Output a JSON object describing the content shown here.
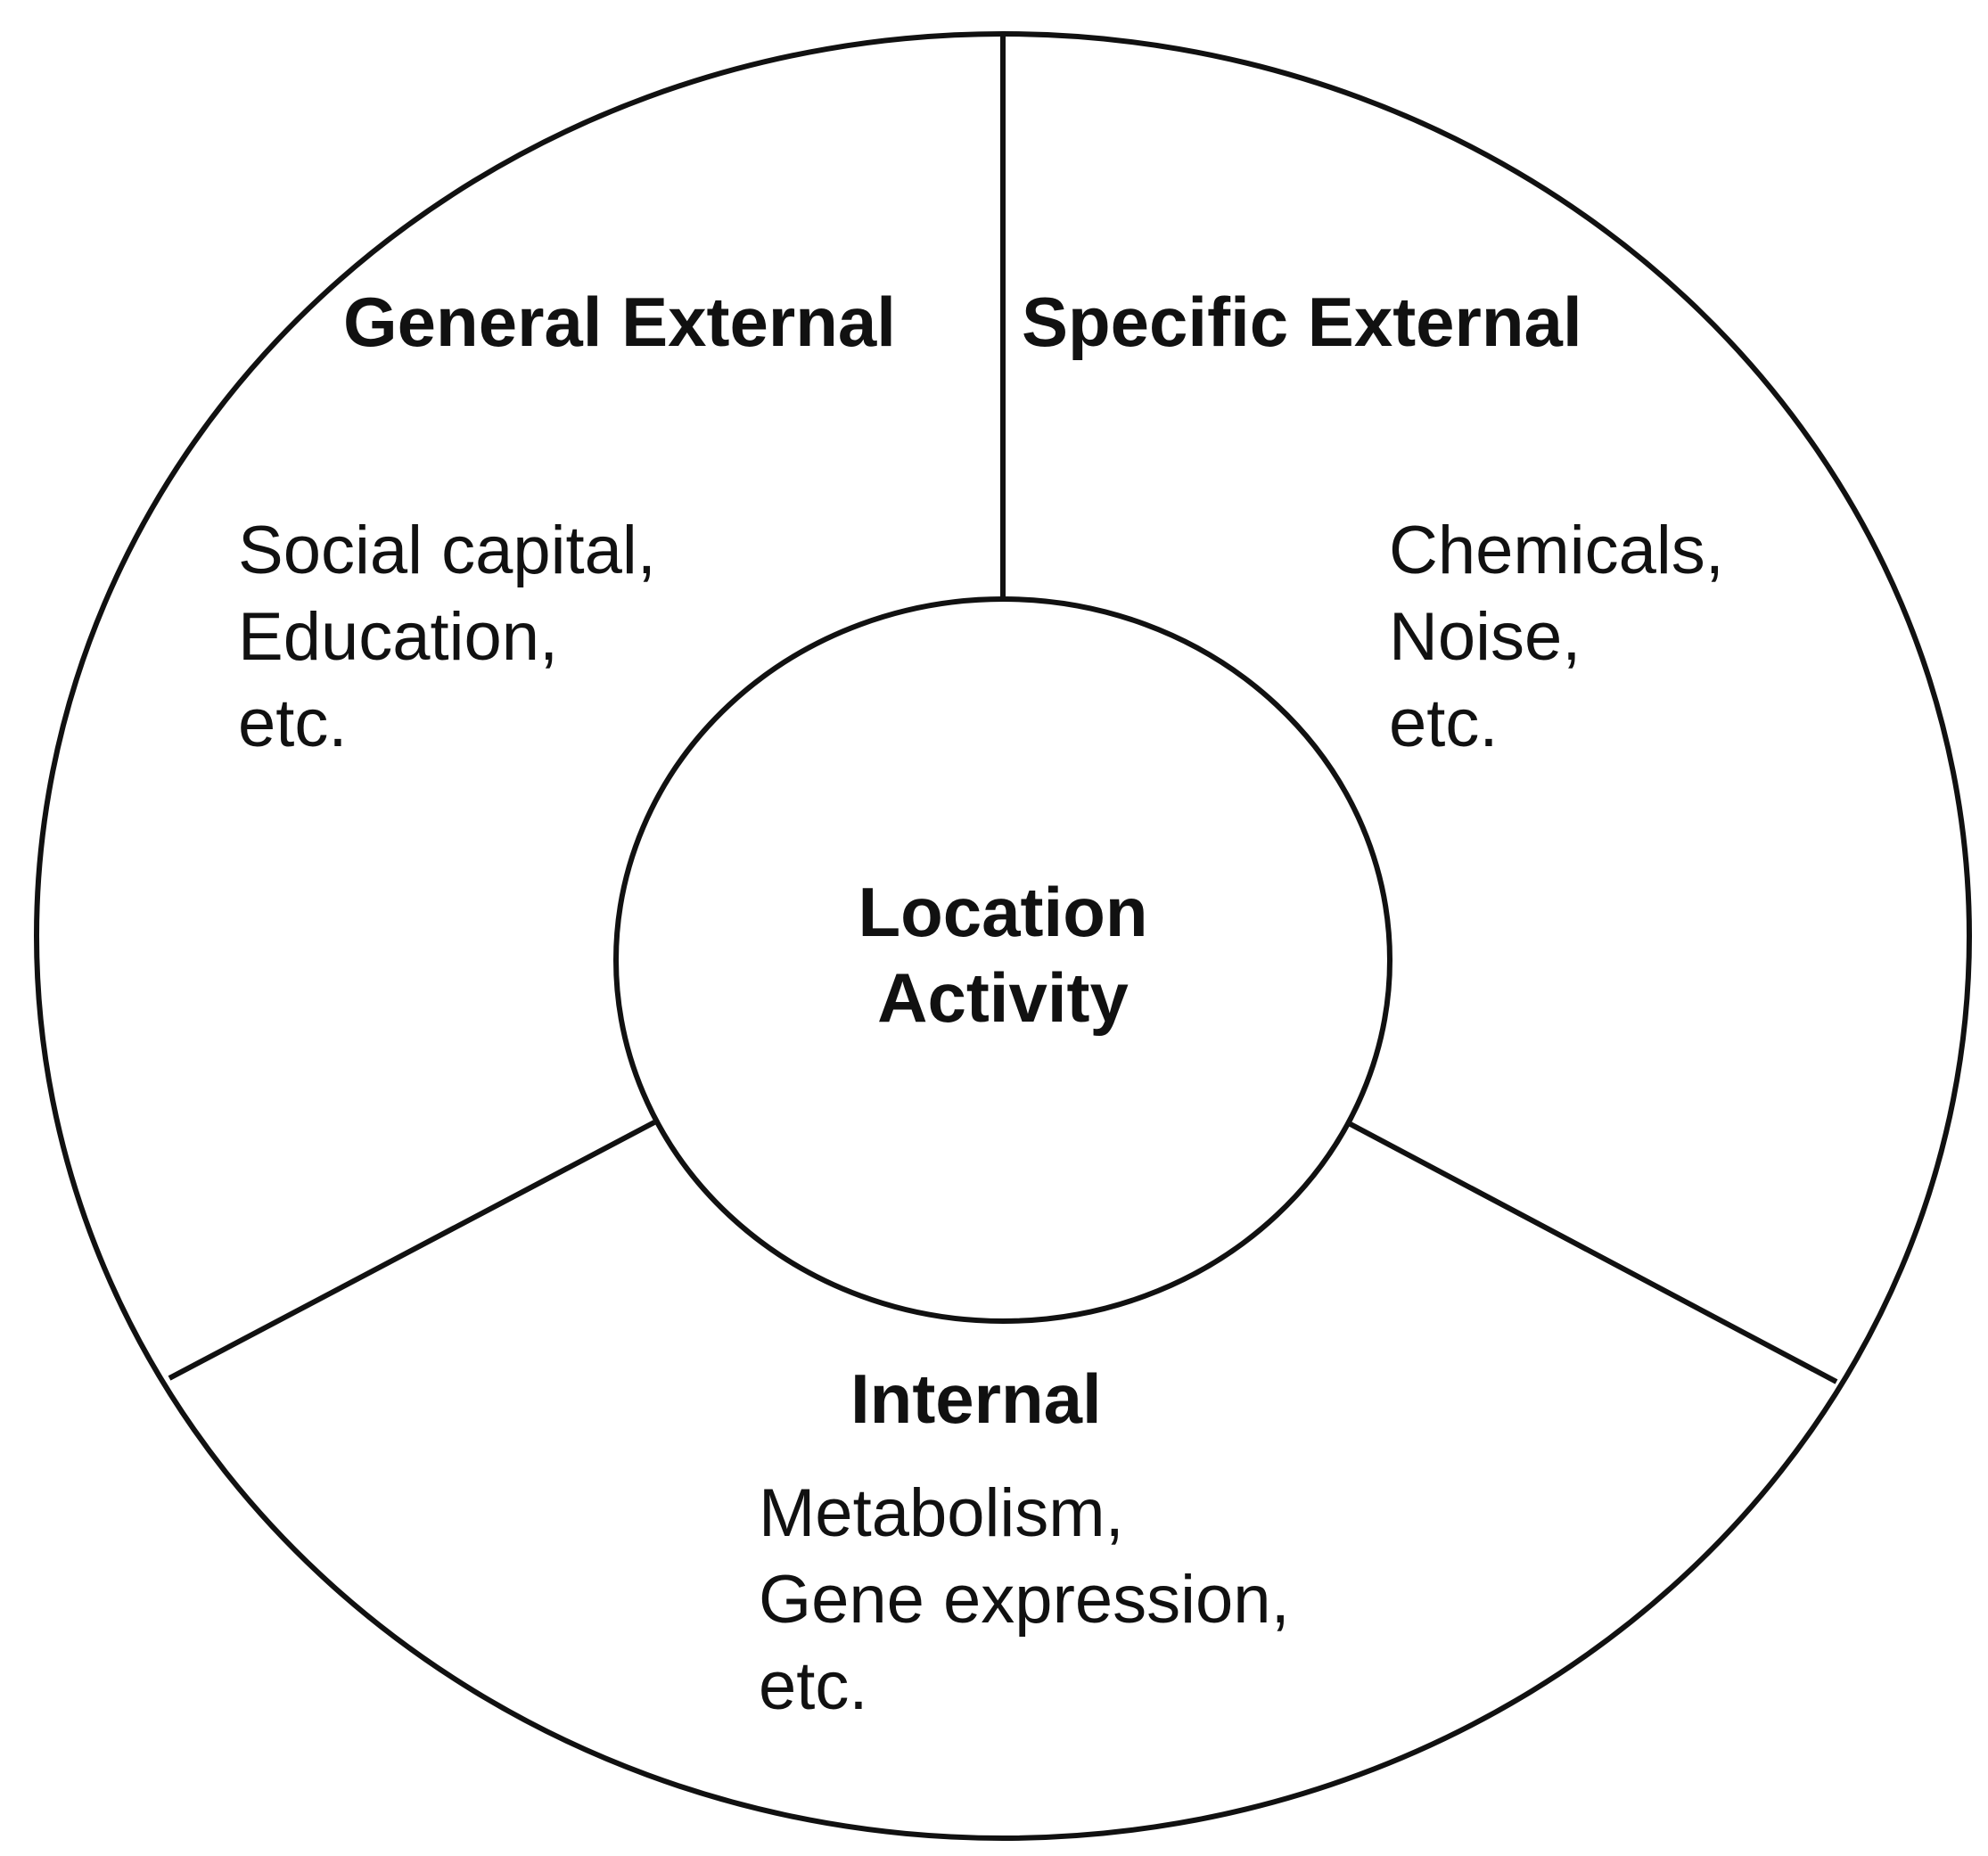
{
  "diagram": {
    "center": {
      "line1": "Location",
      "line2": "Activity"
    },
    "segments": {
      "general_external": {
        "title": "General External",
        "items": [
          "Social capital,",
          "Education,",
          "etc."
        ]
      },
      "specific_external": {
        "title": "Specific External",
        "items": [
          "Chemicals,",
          "Noise,",
          "etc."
        ]
      },
      "internal": {
        "title": "Internal",
        "items": [
          "Metabolism,",
          "Gene expression,",
          "etc."
        ]
      }
    },
    "colors": {
      "stroke": "#111111",
      "background": "#ffffff"
    }
  }
}
